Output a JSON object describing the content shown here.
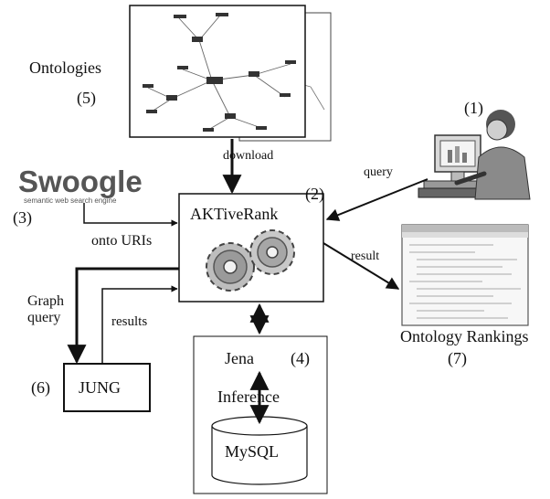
{
  "nodes": {
    "ontologies": {
      "label": "Ontologies",
      "number": "(5)"
    },
    "user": {
      "number": "(1)"
    },
    "swoogle": {
      "logo": "Swoogle",
      "tagline": "semantic web search engine",
      "number": "(3)"
    },
    "aktiverank": {
      "label": "AKTiveRank",
      "number": "(2)"
    },
    "rankings": {
      "label": "Ontology Rankings",
      "number": "(7)"
    },
    "jena": {
      "label": "Jena",
      "number": "(4)",
      "inference": "Inference",
      "mysql": "MySQL"
    },
    "jung": {
      "label": "JUNG",
      "number": "(6)"
    }
  },
  "edges": {
    "download": "download",
    "query": "query",
    "onto_uris": "onto URIs",
    "result": "result",
    "graph_query_line1": "Graph",
    "graph_query_line2": "query",
    "results": "results"
  },
  "icons": {
    "user": "person-at-computer-icon",
    "gears": "gears-icon",
    "database": "database-cylinder-icon",
    "graphs": "ontology-graph-icon",
    "screenshot": "rankings-screenshot-icon"
  }
}
